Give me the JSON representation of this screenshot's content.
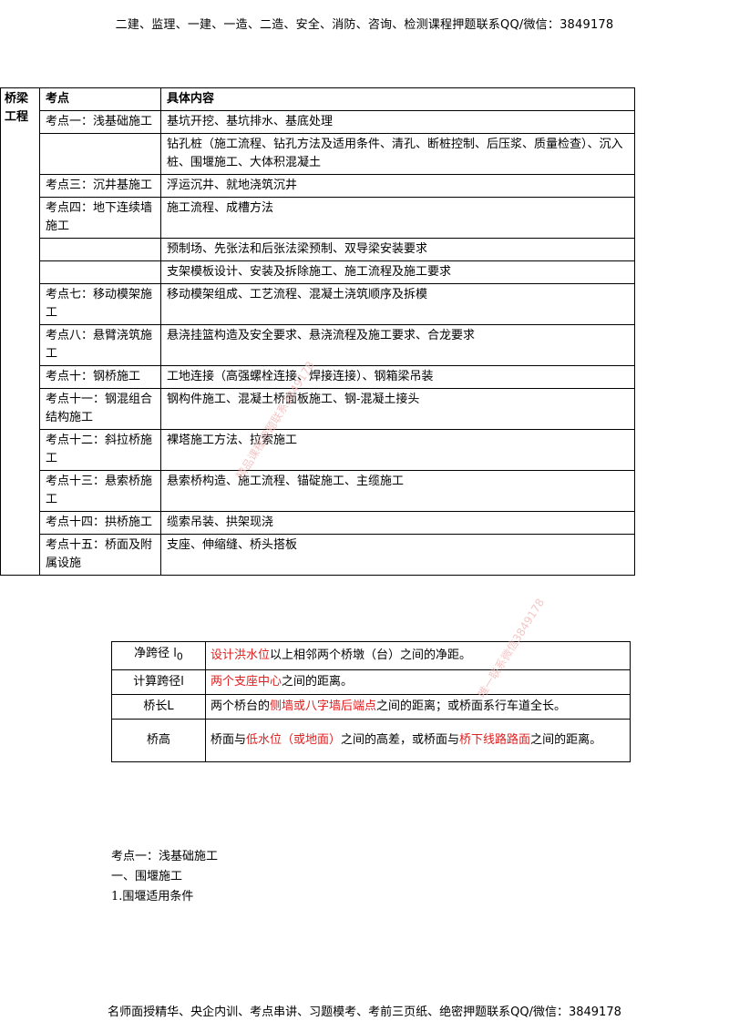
{
  "header": "二建、监理、一建、一造、二造、安全、消防、咨询、检测课程押题联系QQ/微信：3849178",
  "footer": "名师面授精华、央企内训、考点串讲、习题模考、考前三页纸、绝密押题联系QQ/微信：3849178",
  "main_table": {
    "category": "桥梁工程",
    "col_points": "考点",
    "col_content": "具体内容",
    "rows": [
      {
        "point": "考点一：浅基础施工",
        "content": "基坑开挖、基坑排水、基底处理"
      },
      {
        "point": "",
        "content": "钻孔桩（施工流程、钻孔方法及适用条件、清孔、断桩控制、后压浆、质量检查）、沉入桩、围堰施工、大体积混凝土"
      },
      {
        "point": "考点三：沉井基施工",
        "content": "浮运沉井、就地浇筑沉井"
      },
      {
        "point": "考点四：地下连续墙施工",
        "content": "施工流程、成槽方法"
      },
      {
        "point": "",
        "content": "预制场、先张法和后张法梁预制、双导梁安装要求"
      },
      {
        "point": "",
        "content": "支架模板设计、安装及拆除施工、施工流程及施工要求"
      },
      {
        "point": "考点七：移动模架施工",
        "content": "移动模架组成、工艺流程、混凝土浇筑顺序及拆模"
      },
      {
        "point": "考点八：悬臂浇筑施工",
        "content": "悬浇挂篮构造及安全要求、悬浇流程及施工要求、合龙要求"
      },
      {
        "point": "考点十：钢桥施工",
        "content": "工地连接（高强螺栓连接、焊接连接）、钢箱梁吊装"
      },
      {
        "point": "考点十一：钢混组合结构施工",
        "content": "钢构件施工、混凝土桥面板施工、钢-混凝土接头"
      },
      {
        "point": "考点十二：斜拉桥施工",
        "content": "裸塔施工方法、拉索施工"
      },
      {
        "point": "考点十三：悬索桥施工",
        "content": "悬索桥构造、施工流程、锚碇施工、主缆施工"
      },
      {
        "point": "考点十四：拱桥施工",
        "content": "缆索吊装、拱架现浇"
      },
      {
        "point": "考点十五：桥面及附属设施",
        "content": "支座、伸缩缝、桥头搭板"
      }
    ]
  },
  "terms_table": {
    "rows": [
      {
        "term": "净跨径 l",
        "sub": "0",
        "parts": [
          {
            "t": "设计洪水位",
            "red": true
          },
          {
            "t": "以上相邻两个桥墩（台）之间的净距。",
            "red": false
          }
        ]
      },
      {
        "term": "计算跨径l",
        "sub": "",
        "parts": [
          {
            "t": "两个支座中心",
            "red": true
          },
          {
            "t": "之间的距离。",
            "red": false
          }
        ]
      },
      {
        "term": "桥长L",
        "sub": "",
        "parts": [
          {
            "t": "两个桥台的",
            "red": false
          },
          {
            "t": "侧墙或八字墙后端点",
            "red": true
          },
          {
            "t": "之间的距离；或桥面系行车道全长。",
            "red": false
          }
        ]
      },
      {
        "term": "桥高",
        "sub": "",
        "parts": [
          {
            "t": "桥面与",
            "red": false
          },
          {
            "t": "低水位（或地面）",
            "red": true
          },
          {
            "t": "之间的高差，或桥面与",
            "red": false
          },
          {
            "t": "桥下线路路面",
            "red": true
          },
          {
            "t": "之间的距离。",
            "red": false
          }
        ]
      }
    ]
  },
  "section": {
    "line1": "考点一：浅基础施工",
    "line2": "一、围堰施工",
    "line3": "1.围堰适用条件"
  },
  "watermarks": [
    "精品课程押题联系3849178",
    "唯一联系微信3849178"
  ]
}
